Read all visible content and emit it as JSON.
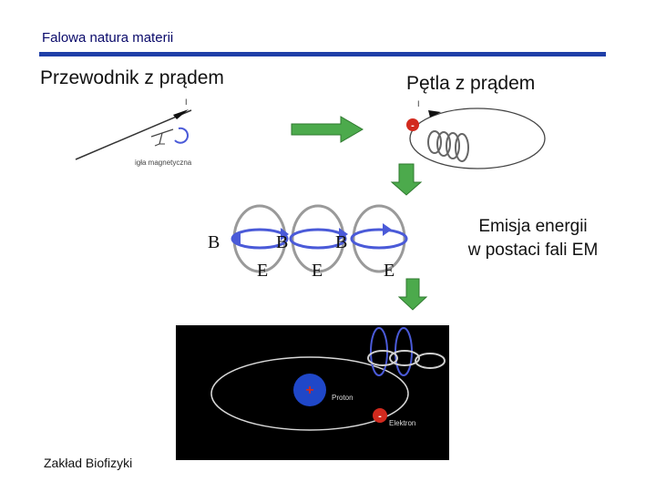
{
  "header": {
    "title": "Falowa natura materii"
  },
  "labels": {
    "conductor": "Przewodnik z prądem",
    "loop": "Pętla z prądem",
    "emission_line1": "Emisja energii",
    "emission_line2": "w postaci fali EM"
  },
  "compass": {
    "caption": "igła magnetyczna",
    "current_symbol": "I"
  },
  "loop_current_symbol": "I",
  "field_labels": {
    "b1": "B",
    "b2": "B",
    "b3": "B",
    "e1": "E",
    "e2": "E",
    "e3": "E"
  },
  "charges": {
    "negative": "-",
    "positive": "+"
  },
  "atom": {
    "proton_label": "Proton",
    "electron_label": "Elektron"
  },
  "footer": {
    "text": "Zakład Biofizyki"
  },
  "colors": {
    "accent_rule": "#1f3fa8",
    "arrow_green": "#4caa4c",
    "loop_blue": "#4a5ad8",
    "loop_gray": "#9a9a9a",
    "charge_red": "#d22a1e",
    "proton_blue": "#1f47c8"
  }
}
